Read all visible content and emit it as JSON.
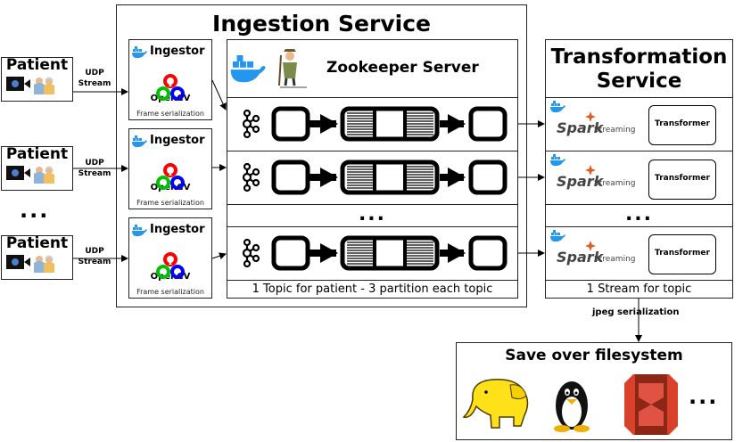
{
  "ingestion": {
    "title": "Ingestion Service",
    "zookeeper_label": "Zookeeper Server",
    "topic_caption": "1 Topic for patient - 3 partition each topic",
    "ellipsis": "...",
    "ingestors": [
      {
        "label": "Ingestor",
        "opencv": "OpenCV",
        "caption": "Frame serialization"
      },
      {
        "label": "Ingestor",
        "opencv": "OpenCV",
        "caption": "Frame serialization"
      },
      {
        "label": "Ingestor",
        "opencv": "OpenCV",
        "caption": "Frame serialization"
      }
    ]
  },
  "patients": [
    {
      "label": "Patient",
      "link_top": "UDP",
      "link_bottom": "Stream"
    },
    {
      "label": "Patient",
      "link_top": "UDP",
      "link_bottom": "Stream"
    },
    {
      "label": "Patient",
      "link_top": "UDP",
      "link_bottom": "Stream"
    }
  ],
  "patients_ellipsis": "...",
  "transformation": {
    "title_line1": "Transformation",
    "title_line2": "Service",
    "caption": "1 Stream for topic",
    "ellipsis": "...",
    "rows": [
      {
        "spark": "Spark",
        "streaming": "Streaming",
        "transformer": "Transformer"
      },
      {
        "spark": "Spark",
        "streaming": "Streaming",
        "transformer": "Transformer"
      },
      {
        "spark": "Spark",
        "streaming": "Streaming",
        "transformer": "Transformer"
      }
    ]
  },
  "jpeg_label": "jpeg serialization",
  "filesystem": {
    "title": "Save over filesystem",
    "ellipsis": "...",
    "icons": [
      "hadoop-elephant-icon",
      "linux-penguin-icon",
      "amazon-s3-icon"
    ]
  },
  "colors": {
    "docker_blue": "#2496ed",
    "spark_orange": "#e25a1c",
    "opencv_red": "#ff0000",
    "opencv_green": "#00c000",
    "opencv_blue": "#0000ff",
    "s3_red": "#d9412b",
    "hadoop_yellow": "#ffe11a"
  }
}
